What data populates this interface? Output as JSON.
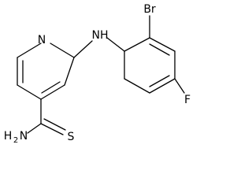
{
  "molecule": {
    "atoms": {
      "pyridine_n": "N",
      "amine_nh": "NH",
      "bromine": "Br",
      "fluorine": "F",
      "amide_nh2_h": "H",
      "amide_nh2_sub": "2",
      "amide_nh2_n": "N",
      "sulfur": "S"
    }
  }
}
